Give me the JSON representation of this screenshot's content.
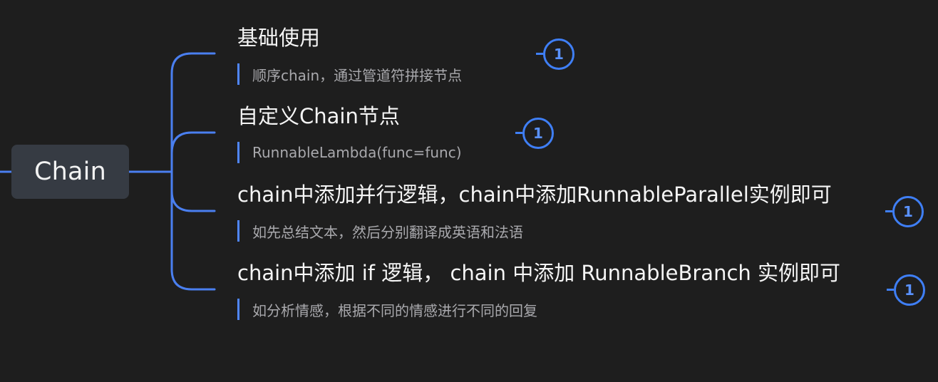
{
  "root": {
    "label": "Chain"
  },
  "topics": [
    {
      "title": "基础使用",
      "note": "顺序chain，通过管道符拼接节点",
      "badge": "1"
    },
    {
      "title": "自定义Chain节点",
      "note": "RunnableLambda(func=func)",
      "badge": "1"
    },
    {
      "title": "chain中添加并行逻辑，chain中添加RunnableParallel实例即可",
      "note": "如先总结文本，然后分别翻译成英语和法语",
      "badge": "1"
    },
    {
      "title": "chain中添加 if 逻辑， chain 中添加 RunnableBranch 实例即可",
      "note": "如分析情感，根据不同的情感进行不同的回复",
      "badge": "1"
    }
  ],
  "colors": {
    "background": "#1e1e1e",
    "connector": "#4a7ff0",
    "note_bar": "#4f86ff",
    "badge": "#3f7ff6"
  }
}
